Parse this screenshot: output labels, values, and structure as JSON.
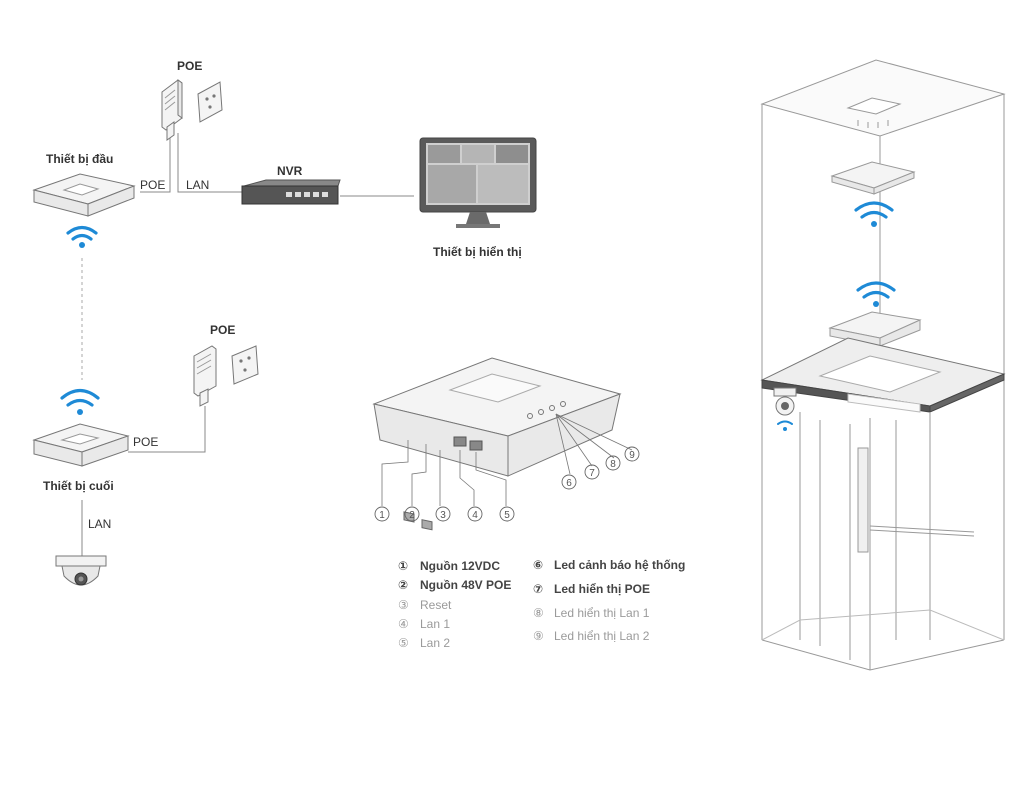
{
  "labels": {
    "head_device": "Thiết bị đầu",
    "end_device": "Thiết bị cuối",
    "display_device": "Thiết bị hiển thị",
    "poe_top": "POE",
    "poe_head_link": "POE",
    "lan_head_link": "LAN",
    "nvr": "NVR",
    "poe_bottom": "POE",
    "poe_end_link": "POE",
    "lan_camera": "LAN"
  },
  "callout_numbers": [
    "1",
    "2",
    "3",
    "4",
    "5",
    "6",
    "7",
    "8",
    "9"
  ],
  "legend": {
    "left": [
      {
        "num": "①",
        "text": "Nguồn 12VDC",
        "style": "dark"
      },
      {
        "num": "②",
        "text": "Nguồn 48V POE",
        "style": "dark"
      },
      {
        "num": "③",
        "text": "Reset",
        "style": "light"
      },
      {
        "num": "④",
        "text": "Lan 1",
        "style": "light"
      },
      {
        "num": "⑤",
        "text": "Lan 2",
        "style": "light"
      }
    ],
    "right": [
      {
        "num": "⑥",
        "text": "Led cảnh báo hệ thống",
        "style": "dark"
      },
      {
        "num": "⑦",
        "text": "Led hiển thị POE",
        "style": "dark"
      },
      {
        "num": "⑧",
        "text": "Led hiển thị Lan 1",
        "style": "light"
      },
      {
        "num": "⑨",
        "text": "Led hiển thị Lan 2",
        "style": "light"
      }
    ]
  },
  "colors": {
    "wifi": "#1e8ad6",
    "line": "#888888"
  },
  "icons": [
    "wifi-icon",
    "poe-injector-icon",
    "power-outlet-icon",
    "nvr-switch-icon",
    "monitor-icon",
    "dome-camera-icon",
    "elevator-shaft-icon"
  ]
}
